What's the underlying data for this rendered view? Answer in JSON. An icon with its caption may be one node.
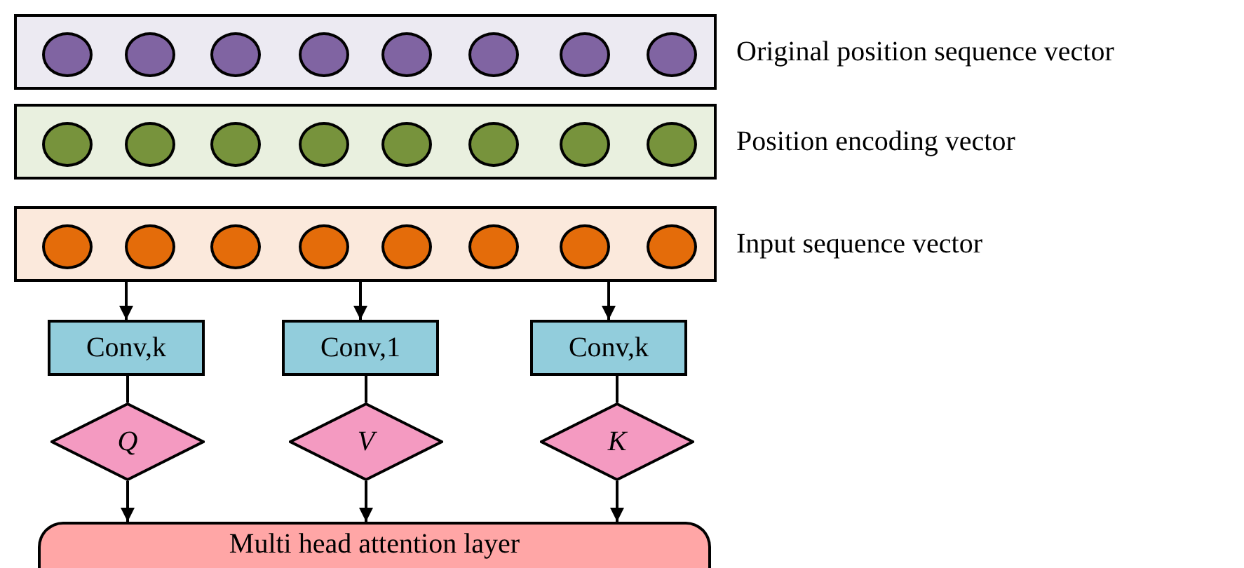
{
  "diagram": {
    "nodes": [
      {
        "text": [],
        "shape": "box",
        "beside": [
          "Original position sequence vector"
        ]
      },
      {
        "text": [],
        "shape": "circle",
        "in": 0
      },
      {
        "text": [],
        "shape": "circle",
        "in": 0
      },
      {
        "text": [],
        "shape": "circle",
        "in": 0
      },
      {
        "text": [],
        "shape": "circle",
        "in": 0
      },
      {
        "text": [],
        "shape": "circle",
        "in": 0
      },
      {
        "text": [],
        "shape": "circle",
        "in": 0
      },
      {
        "text": [],
        "shape": "circle",
        "in": 0
      },
      {
        "text": [],
        "shape": "circle",
        "in": 0
      },
      {
        "text": [],
        "shape": "box",
        "beside": [
          "Position encoding vector"
        ]
      },
      {
        "text": [],
        "shape": "circle",
        "in": 9
      },
      {
        "text": [],
        "shape": "circle",
        "in": 9
      },
      {
        "text": [],
        "shape": "circle",
        "in": 9
      },
      {
        "text": [],
        "shape": "circle",
        "in": 9
      },
      {
        "text": [],
        "shape": "circle",
        "in": 9
      },
      {
        "text": [],
        "shape": "circle",
        "in": 9
      },
      {
        "text": [],
        "shape": "circle",
        "in": 9
      },
      {
        "text": [],
        "shape": "circle",
        "in": 9
      },
      {
        "text": [],
        "shape": "box",
        "beside": [
          "Input sequence vector"
        ]
      },
      {
        "text": [],
        "shape": "circle",
        "in": 18
      },
      {
        "text": [],
        "shape": "circle",
        "in": 18
      },
      {
        "text": [],
        "shape": "circle",
        "in": 18
      },
      {
        "text": [],
        "shape": "circle",
        "in": 18
      },
      {
        "text": [],
        "shape": "circle",
        "in": 18
      },
      {
        "text": [],
        "shape": "circle",
        "in": 18
      },
      {
        "text": [],
        "shape": "circle",
        "in": 18
      },
      {
        "text": [],
        "shape": "circle",
        "in": 18
      },
      {
        "text": [
          "Conv,k"
        ]
      },
      {
        "text": [
          "Conv,1"
        ]
      },
      {
        "text": [
          "Conv,k"
        ]
      },
      {
        "text": [
          "Q"
        ]
      },
      {
        "text": [
          "V"
        ]
      },
      {
        "text": [
          "K"
        ]
      },
      {
        "text": [
          "Multi head attention layer"
        ]
      }
    ],
    "edges": [
      {
        "from": 18,
        "to": 27,
        "arrow": "to"
      },
      {
        "from": 18,
        "to": 28,
        "arrow": "to"
      },
      {
        "from": 18,
        "to": 29,
        "arrow": "to"
      },
      {
        "from": 27,
        "to": 30,
        "arrow": "none"
      },
      {
        "from": 28,
        "to": 31,
        "arrow": "none"
      },
      {
        "from": 29,
        "to": 32,
        "arrow": "none"
      },
      {
        "from": 30,
        "to": 33,
        "arrow": "to"
      },
      {
        "from": 31,
        "to": 33,
        "arrow": "to"
      },
      {
        "from": 32,
        "to": 33,
        "arrow": "to"
      }
    ]
  }
}
